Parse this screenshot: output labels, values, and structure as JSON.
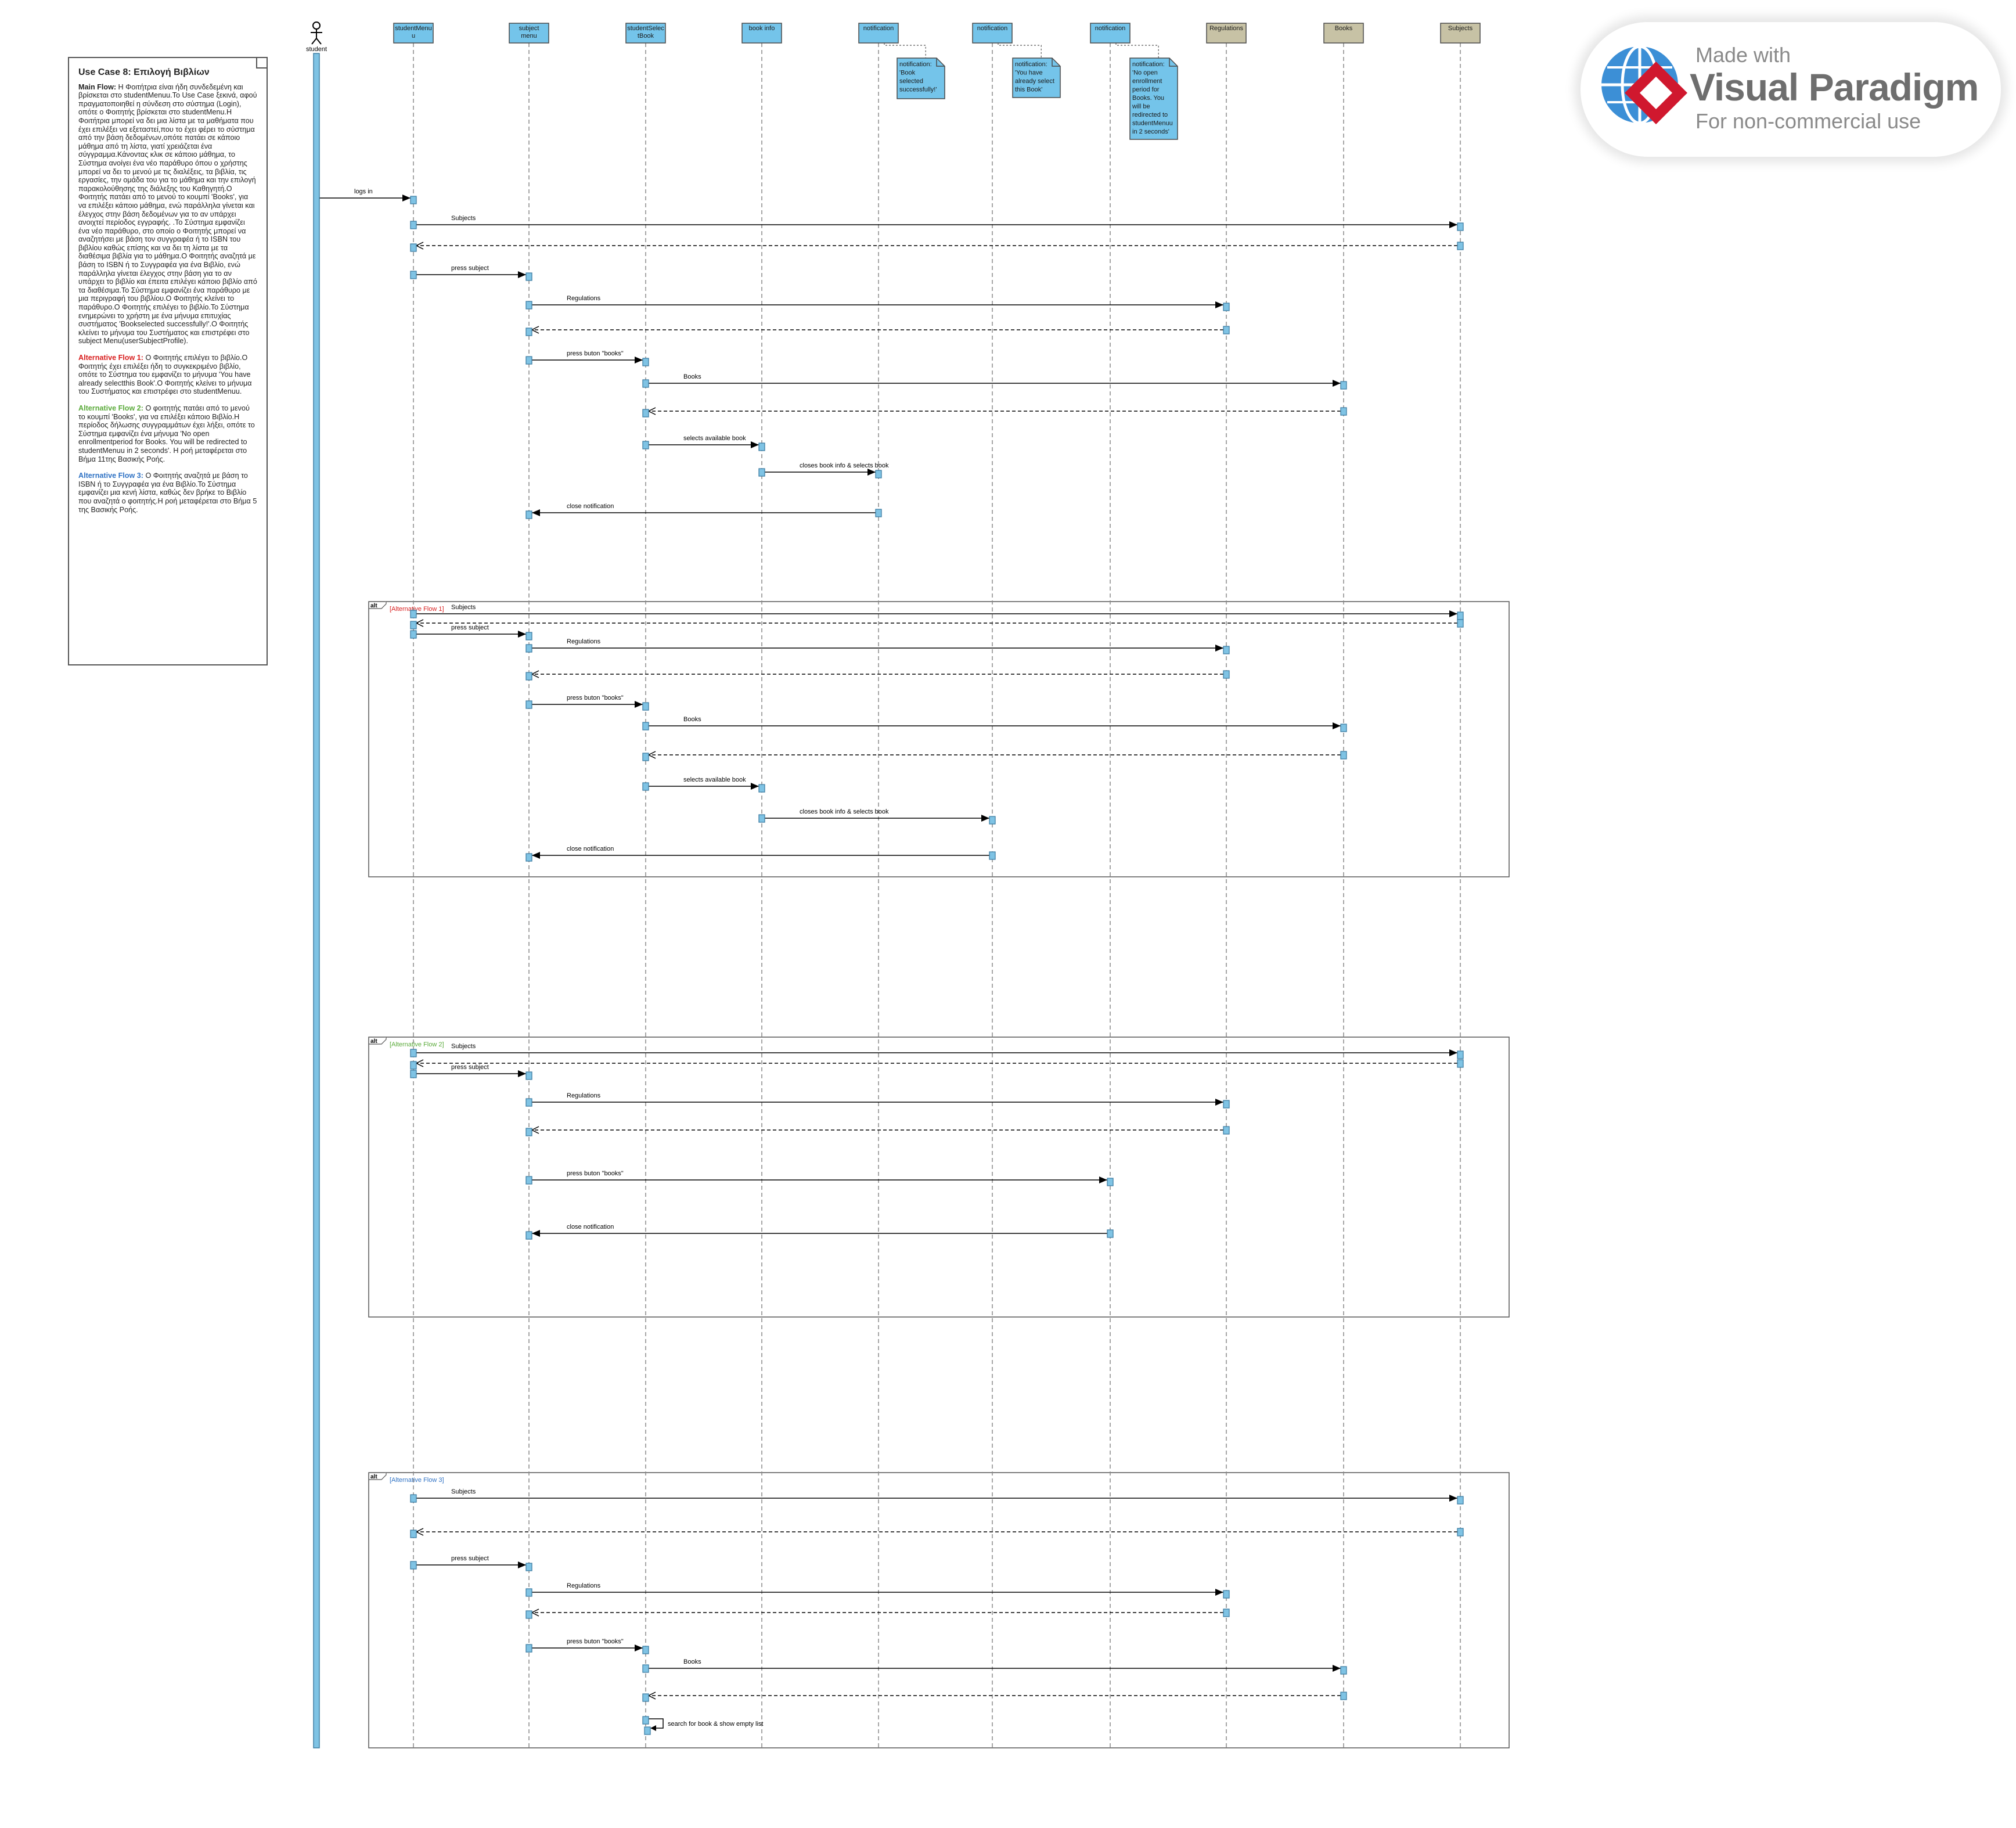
{
  "use_case": {
    "title": "Use Case 8: Επιλογή Βιβλίων",
    "main_label": "Main Flow:",
    "main_text": " Η Φοιτήτρια είναι ήδη συνδεδεμένη και βρίσκεται στο studentMenuu.To Use Case ξεκινά, αφού πραγματοποιηθεί η σύνδεση στο σύστημα (Login), οπότε ο Φοιτητής βρίσκεται στο studentMenu.Η Φοιτήτρια μπορεί να δει μια λίστα με τα μαθήματα που έχει επιλέξει να εξεταστεί,που το έχει φέρει το σύστημα από την βάση δεδομένων,οπότε πατάει σε κάποιο μάθημα από τη λίστα, γιατί χρειάζεται ένα σύγγραμμα.Κάνοντας κλικ σε κάποιο μάθημα, το Σύστημα ανοίγει ένα νέο παράθυρο όπου ο χρήστης μπορεί να δει το μενού με τις διαλέξεις, τα βιβλία, τις εργασίες, την ομάδα του για το μάθημα και την επιλογή παρακολούθησης της διάλεξης του Καθηγητή.Ο Φοιτητής πατάει από το μενού το κουμπί 'Books', για να επιλέξει κάποιο μάθημα, ενώ παράλληλα γίνεται και έλεγχος στην βάση δεδομένων για το αν υπάρχει ανοιχτεί περίοδος εγγραφής. .Το Σύστημα εμφανίζει ένα νέο παράθυρο, στο οποίο ο Φοιτητής μπορεί να αναζητήσει με βάση τον συγγραφέα ή το ISBN του βιβλίου καθώς επίσης και να δει τη λίστα με τα διαθέσιμα βιβλία για το μάθημα.Ο Φοιτητής αναζητά με βάση το ISBN ή το Συγγραφέα για ένα Βιβλίο, ενώ παράλληλα γίνεται έλεγχος στην βάση για το αν υπάρχει το βιβλίο και έπειτα επιλέγει κάποιο βιβλίο από τα διαθέσιμα.Το Σύστημα εμφανίζει ένα παράθυρο με μια περιγραφή του βιβλίου.Ο Φοιτητής κλείνει το παράθυρο.Ο Φοιτητής επιλέγει το βιβλίο.Το Σύστημα ενημερώνει το χρήστη με ένα μήνυμα επιτυχίας συστήματος 'Bookselected successfully!'.Ο Φοιτητής κλείνει το μήνυμα του Συστήματος και επιστρέφει στο subject Menu(userSubjectProfile).",
    "alt1_label": "Alternative Flow 1:",
    "alt1_text": " Ο Φοιτητής επιλέγει το βιβλίο.Ο Φοιτητής έχει επιλέξει ήδη το συγκεκριμένο βιβλίο, οπότε το Σύστημα του εμφανίζει το μήνυμα 'You have already selectthis Book'.Ο Φοιτητής κλείνει το μήνυμα του Συστήματος και επιστρέφει στο studentMenuu.",
    "alt2_label": "Alternative Flow 2:",
    "alt2_text": " Ο φοιτητής πατάει από το μενού το κουμπί 'Books', για να επιλέξει κάποιο Βιβλίο.Η περίοδος δήλωσης συγγραμμάτων έχει λήξει, οπότε το Σύστημα εμφανίζει ένα μήνυμα 'No open enrollmentperiod for Books. You will be redirected to studentMenuu in 2 seconds'. Η ροή μεταφέρεται στο Βήμα 11της Βασικής Ροής.",
    "alt3_label": "Alternative Flow 3:",
    "alt3_text": " Ο Φοιτητής αναζητά με βάση το ISBN ή το Συγγραφέα για ένα Βιβλίο.Το Σύστημα εμφανίζει μια κενή λίστα, καθώς δεν βρήκε το Βιβλίο που αναζητά ο φοιτητής.Η ροή μεταφέρεται στο Βήμα 5 της Βασικής Ροής."
  },
  "actor": {
    "name": "student"
  },
  "lifelines": [
    {
      "id": "sm",
      "label": [
        "studentMenu",
        "u"
      ],
      "kind": "boundary"
    },
    {
      "id": "subm",
      "label": [
        "subject",
        "menu"
      ],
      "kind": "boundary"
    },
    {
      "id": "ssb",
      "label": [
        "studentSelec",
        "tBook"
      ],
      "kind": "boundary"
    },
    {
      "id": "bi",
      "label": [
        "book info"
      ],
      "kind": "boundary"
    },
    {
      "id": "n1",
      "label": [
        "notification"
      ],
      "kind": "boundary"
    },
    {
      "id": "n2",
      "label": [
        "notification"
      ],
      "kind": "boundary"
    },
    {
      "id": "n3",
      "label": [
        "notification"
      ],
      "kind": "boundary"
    },
    {
      "id": "reg",
      "label": [
        "Regulations"
      ],
      "kind": "entity"
    },
    {
      "id": "books",
      "label": [
        "Books"
      ],
      "kind": "entity"
    },
    {
      "id": "subj",
      "label": [
        "Subjects"
      ],
      "kind": "entity"
    }
  ],
  "notes": [
    {
      "attach": "n1",
      "lines": [
        "notification:",
        "'Book",
        "selected",
        "successfully!'"
      ]
    },
    {
      "attach": "n2",
      "lines": [
        "notification:",
        "'You have",
        "already select",
        "this Book'"
      ]
    },
    {
      "attach": "n3",
      "lines": [
        "notification:",
        "'No open",
        "enrollment",
        "period for",
        "Books. You",
        "will be",
        "redirected to",
        "studentMenuu",
        "in 2 seconds'"
      ]
    }
  ],
  "messages": [
    {
      "from": "actor",
      "to": "sm",
      "label": "logs in",
      "kind": "sync"
    },
    {
      "from": "sm",
      "to": "subj",
      "label": "Subjects",
      "kind": "sync"
    },
    {
      "from": "subj",
      "to": "sm",
      "label": "",
      "kind": "return"
    },
    {
      "from": "sm",
      "to": "subm",
      "label": "press subject",
      "kind": "sync"
    },
    {
      "from": "subm",
      "to": "reg",
      "label": "Regulations",
      "kind": "sync"
    },
    {
      "from": "reg",
      "to": "subm",
      "label": "",
      "kind": "return"
    },
    {
      "from": "subm",
      "to": "ssb",
      "label": "press buton \"books\"",
      "kind": "sync"
    },
    {
      "from": "ssb",
      "to": "books",
      "label": "Books",
      "kind": "sync"
    },
    {
      "from": "books",
      "to": "ssb",
      "label": "",
      "kind": "return"
    },
    {
      "from": "ssb",
      "to": "bi",
      "label": "selects available book",
      "kind": "sync"
    },
    {
      "from": "bi",
      "to": "n1",
      "label": "closes book info & selects book",
      "kind": "sync"
    },
    {
      "from": "n1",
      "to": "subm",
      "label": "close notification",
      "kind": "sync"
    },
    {
      "from": "sm",
      "to": "subj",
      "label": "Subjects",
      "kind": "sync"
    },
    {
      "from": "subj",
      "to": "sm",
      "label": "",
      "kind": "return"
    },
    {
      "from": "sm",
      "to": "subm",
      "label": "press subject",
      "kind": "sync"
    },
    {
      "from": "subm",
      "to": "reg",
      "label": "Regulations",
      "kind": "sync"
    },
    {
      "from": "reg",
      "to": "subm",
      "label": "",
      "kind": "return"
    },
    {
      "from": "subm",
      "to": "ssb",
      "label": "press buton \"books\"",
      "kind": "sync"
    },
    {
      "from": "ssb",
      "to": "books",
      "label": "Books",
      "kind": "sync"
    },
    {
      "from": "books",
      "to": "ssb",
      "label": "",
      "kind": "return"
    },
    {
      "from": "ssb",
      "to": "bi",
      "label": "selects available book",
      "kind": "sync"
    },
    {
      "from": "bi",
      "to": "n2",
      "label": "closes book info & selects book",
      "kind": "sync"
    },
    {
      "from": "n2",
      "to": "subm",
      "label": "close notification",
      "kind": "sync"
    },
    {
      "from": "sm",
      "to": "subj",
      "label": "Subjects",
      "kind": "sync"
    },
    {
      "from": "subj",
      "to": "sm",
      "label": "",
      "kind": "return"
    },
    {
      "from": "sm",
      "to": "subm",
      "label": "press subject",
      "kind": "sync"
    },
    {
      "from": "subm",
      "to": "reg",
      "label": "Regulations",
      "kind": "sync"
    },
    {
      "from": "reg",
      "to": "subm",
      "label": "",
      "kind": "return"
    },
    {
      "from": "subm",
      "to": "n3",
      "label": "press buton \"books\"",
      "kind": "sync"
    },
    {
      "from": "n3",
      "to": "subm",
      "label": "close notification",
      "kind": "sync"
    },
    {
      "from": "sm",
      "to": "subj",
      "label": "Subjects",
      "kind": "sync"
    },
    {
      "from": "subj",
      "to": "sm",
      "label": "",
      "kind": "return"
    },
    {
      "from": "sm",
      "to": "subm",
      "label": "press subject",
      "kind": "sync"
    },
    {
      "from": "subm",
      "to": "reg",
      "label": "Regulations",
      "kind": "sync"
    },
    {
      "from": "reg",
      "to": "subm",
      "label": "",
      "kind": "return"
    },
    {
      "from": "subm",
      "to": "ssb",
      "label": "press buton \"books\"",
      "kind": "sync"
    },
    {
      "from": "ssb",
      "to": "books",
      "label": "Books",
      "kind": "sync"
    },
    {
      "from": "books",
      "to": "ssb",
      "label": "",
      "kind": "return"
    },
    {
      "from": "ssb",
      "to": "ssb",
      "label": "search for book & show empty list",
      "kind": "self"
    }
  ],
  "fragments": [
    {
      "operator": "alt",
      "guard": "[Alternative Flow 1]",
      "color": "#d81d1d"
    },
    {
      "operator": "alt",
      "guard": "[Alternative Flow 2]",
      "color": "#5aaa3a"
    },
    {
      "operator": "alt",
      "guard": "[Alternative Flow 3]",
      "color": "#2f72c4"
    }
  ],
  "watermark": {
    "made_with": "Made with",
    "brand": "Visual Paradigm",
    "license": "For non-commercial use"
  },
  "colors": {
    "boundary": "#74c4ea",
    "entity": "#c7c2a5",
    "activation": "#7fc3e4",
    "line": "#000000",
    "lifeline": "#888888"
  }
}
